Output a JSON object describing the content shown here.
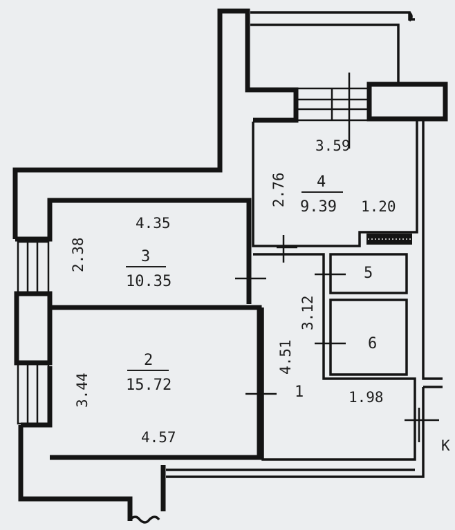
{
  "rooms": [
    {
      "number": "1",
      "area": ""
    },
    {
      "number": "2",
      "area": "15.72"
    },
    {
      "number": "3",
      "area": "10.35"
    },
    {
      "number": "4",
      "area": "9.39"
    },
    {
      "number": "5",
      "area": ""
    },
    {
      "number": "6",
      "area": ""
    }
  ],
  "dimensions": {
    "d_3_59": "3.59",
    "d_2_76": "2.76",
    "d_1_20": "1.20",
    "d_4_35": "4.35",
    "d_2_38": "2.38",
    "d_3_12": "3.12",
    "d_4_51": "4.51",
    "d_1_98": "1.98",
    "d_3_44": "3.44",
    "d_4_57": "4.57"
  },
  "marker": "K",
  "colors": {
    "wall": "#141414",
    "background": "#eceef0",
    "ink": "#1e1e1e"
  }
}
